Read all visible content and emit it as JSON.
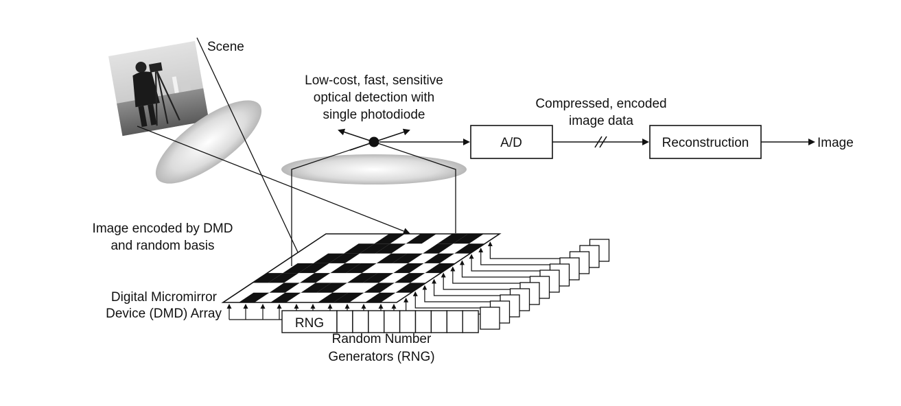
{
  "labels": {
    "scene": "Scene",
    "detection_line1": "Low-cost, fast, sensitive",
    "detection_line2": "optical detection with",
    "detection_line3": "single photodiode",
    "compressed_line1": "Compressed, encoded",
    "compressed_line2": "image data",
    "ad": "A/D",
    "reconstruction": "Reconstruction",
    "image": "Image",
    "encoded_line1": "Image encoded by DMD",
    "encoded_line2": "and random basis",
    "dmd_line1": "Digital Micromirror",
    "dmd_line2": "Device (DMD) Array",
    "rng": "RNG",
    "rng_caption_line1": "Random Number",
    "rng_caption_line2": "Generators (RNG)"
  },
  "dmd_grid": {
    "rows": 7,
    "cols": 11,
    "black_cells": [
      [
        0,
        4
      ],
      [
        0,
        6
      ],
      [
        0,
        8
      ],
      [
        0,
        9
      ],
      [
        1,
        3
      ],
      [
        1,
        4
      ],
      [
        1,
        5
      ],
      [
        1,
        8
      ],
      [
        1,
        10
      ],
      [
        2,
        2
      ],
      [
        2,
        3
      ],
      [
        2,
        6
      ],
      [
        2,
        7
      ],
      [
        2,
        9
      ],
      [
        3,
        1
      ],
      [
        3,
        2
      ],
      [
        3,
        4
      ],
      [
        3,
        5
      ],
      [
        3,
        8
      ],
      [
        3,
        10
      ],
      [
        4,
        0
      ],
      [
        4,
        1
      ],
      [
        4,
        3
      ],
      [
        4,
        6
      ],
      [
        4,
        7
      ],
      [
        4,
        9
      ],
      [
        5,
        2
      ],
      [
        5,
        4
      ],
      [
        5,
        5
      ],
      [
        5,
        8
      ],
      [
        5,
        10
      ],
      [
        6,
        1
      ],
      [
        6,
        3
      ],
      [
        6,
        6
      ],
      [
        6,
        7
      ],
      [
        6,
        9
      ]
    ]
  },
  "rng_count": 12,
  "colors": {
    "ink": "#111111",
    "lens": "#c8c8c8",
    "mirror_black": "#111111"
  }
}
